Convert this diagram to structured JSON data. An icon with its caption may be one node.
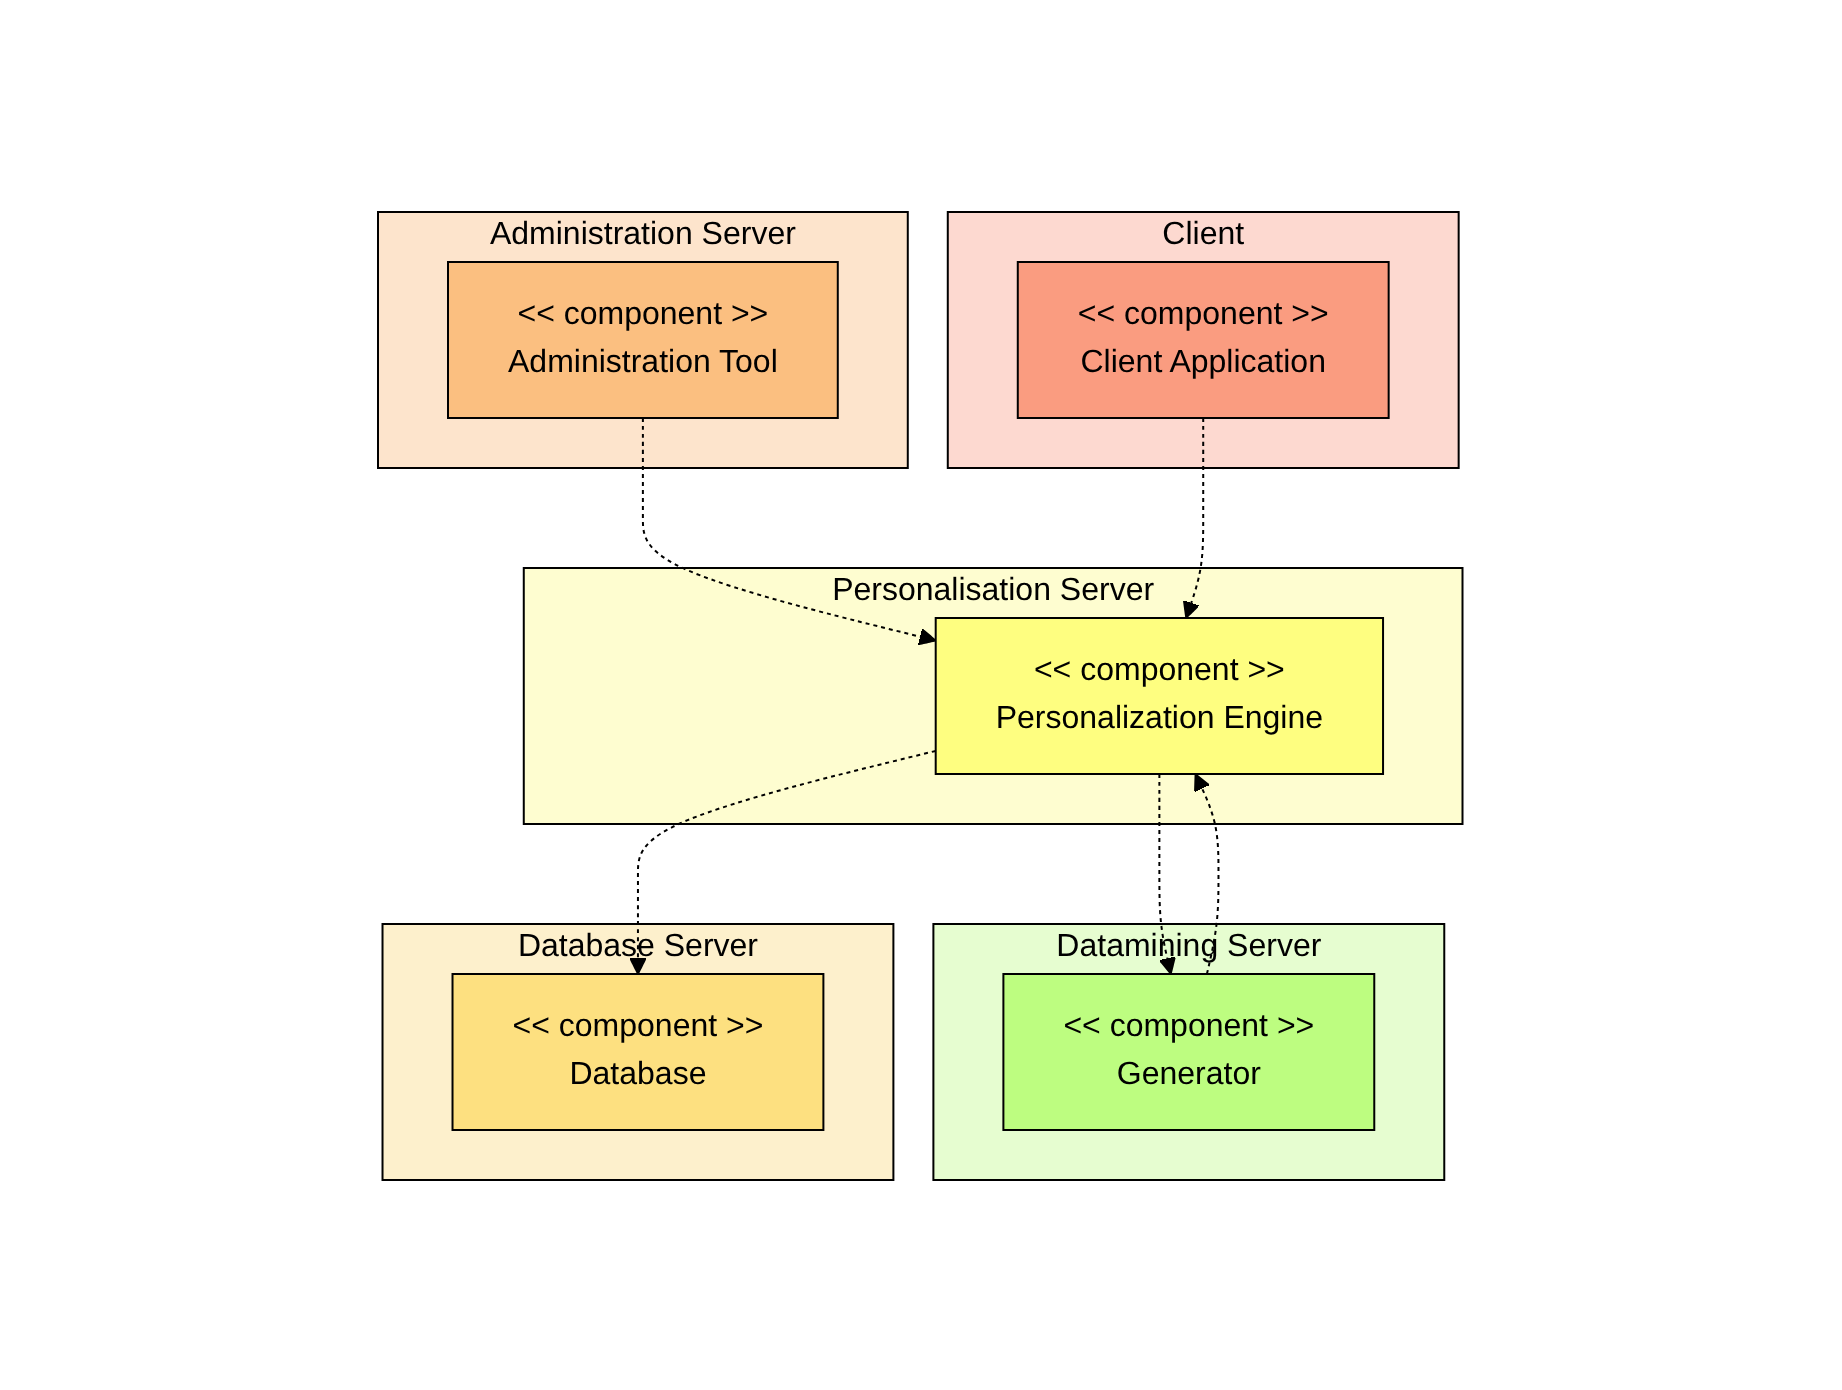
{
  "diagram": {
    "nodes": [
      {
        "text": [
          "Administration Server"
        ]
      },
      {
        "text": [
          "<< component >>",
          "Administration Tool"
        ],
        "in": 0
      },
      {
        "text": [
          "Client"
        ]
      },
      {
        "text": [
          "<< component >>",
          "Client Application"
        ],
        "in": 2
      },
      {
        "text": [
          "Personalisation Server"
        ]
      },
      {
        "text": [
          "<< component >>",
          "Personalization Engine"
        ],
        "in": 4
      },
      {
        "text": [
          "Datamining Server"
        ]
      },
      {
        "text": [
          "<< component >>",
          "Generator"
        ],
        "in": 6
      },
      {
        "text": [
          "Database Server"
        ]
      },
      {
        "text": [
          "<< component >>",
          "Database"
        ],
        "in": 8
      }
    ],
    "edges": [
      {
        "from": 1,
        "to": 5,
        "arrow": "to",
        "style": "dashed"
      },
      {
        "from": 3,
        "to": 5,
        "arrow": "to",
        "style": "dashed"
      },
      {
        "from": 5,
        "to": 7,
        "arrow": "to",
        "style": "dashed"
      },
      {
        "from": 7,
        "to": 5,
        "arrow": "to",
        "style": "dashed"
      },
      {
        "from": 5,
        "to": 9,
        "arrow": "to",
        "style": "dashed"
      }
    ]
  }
}
